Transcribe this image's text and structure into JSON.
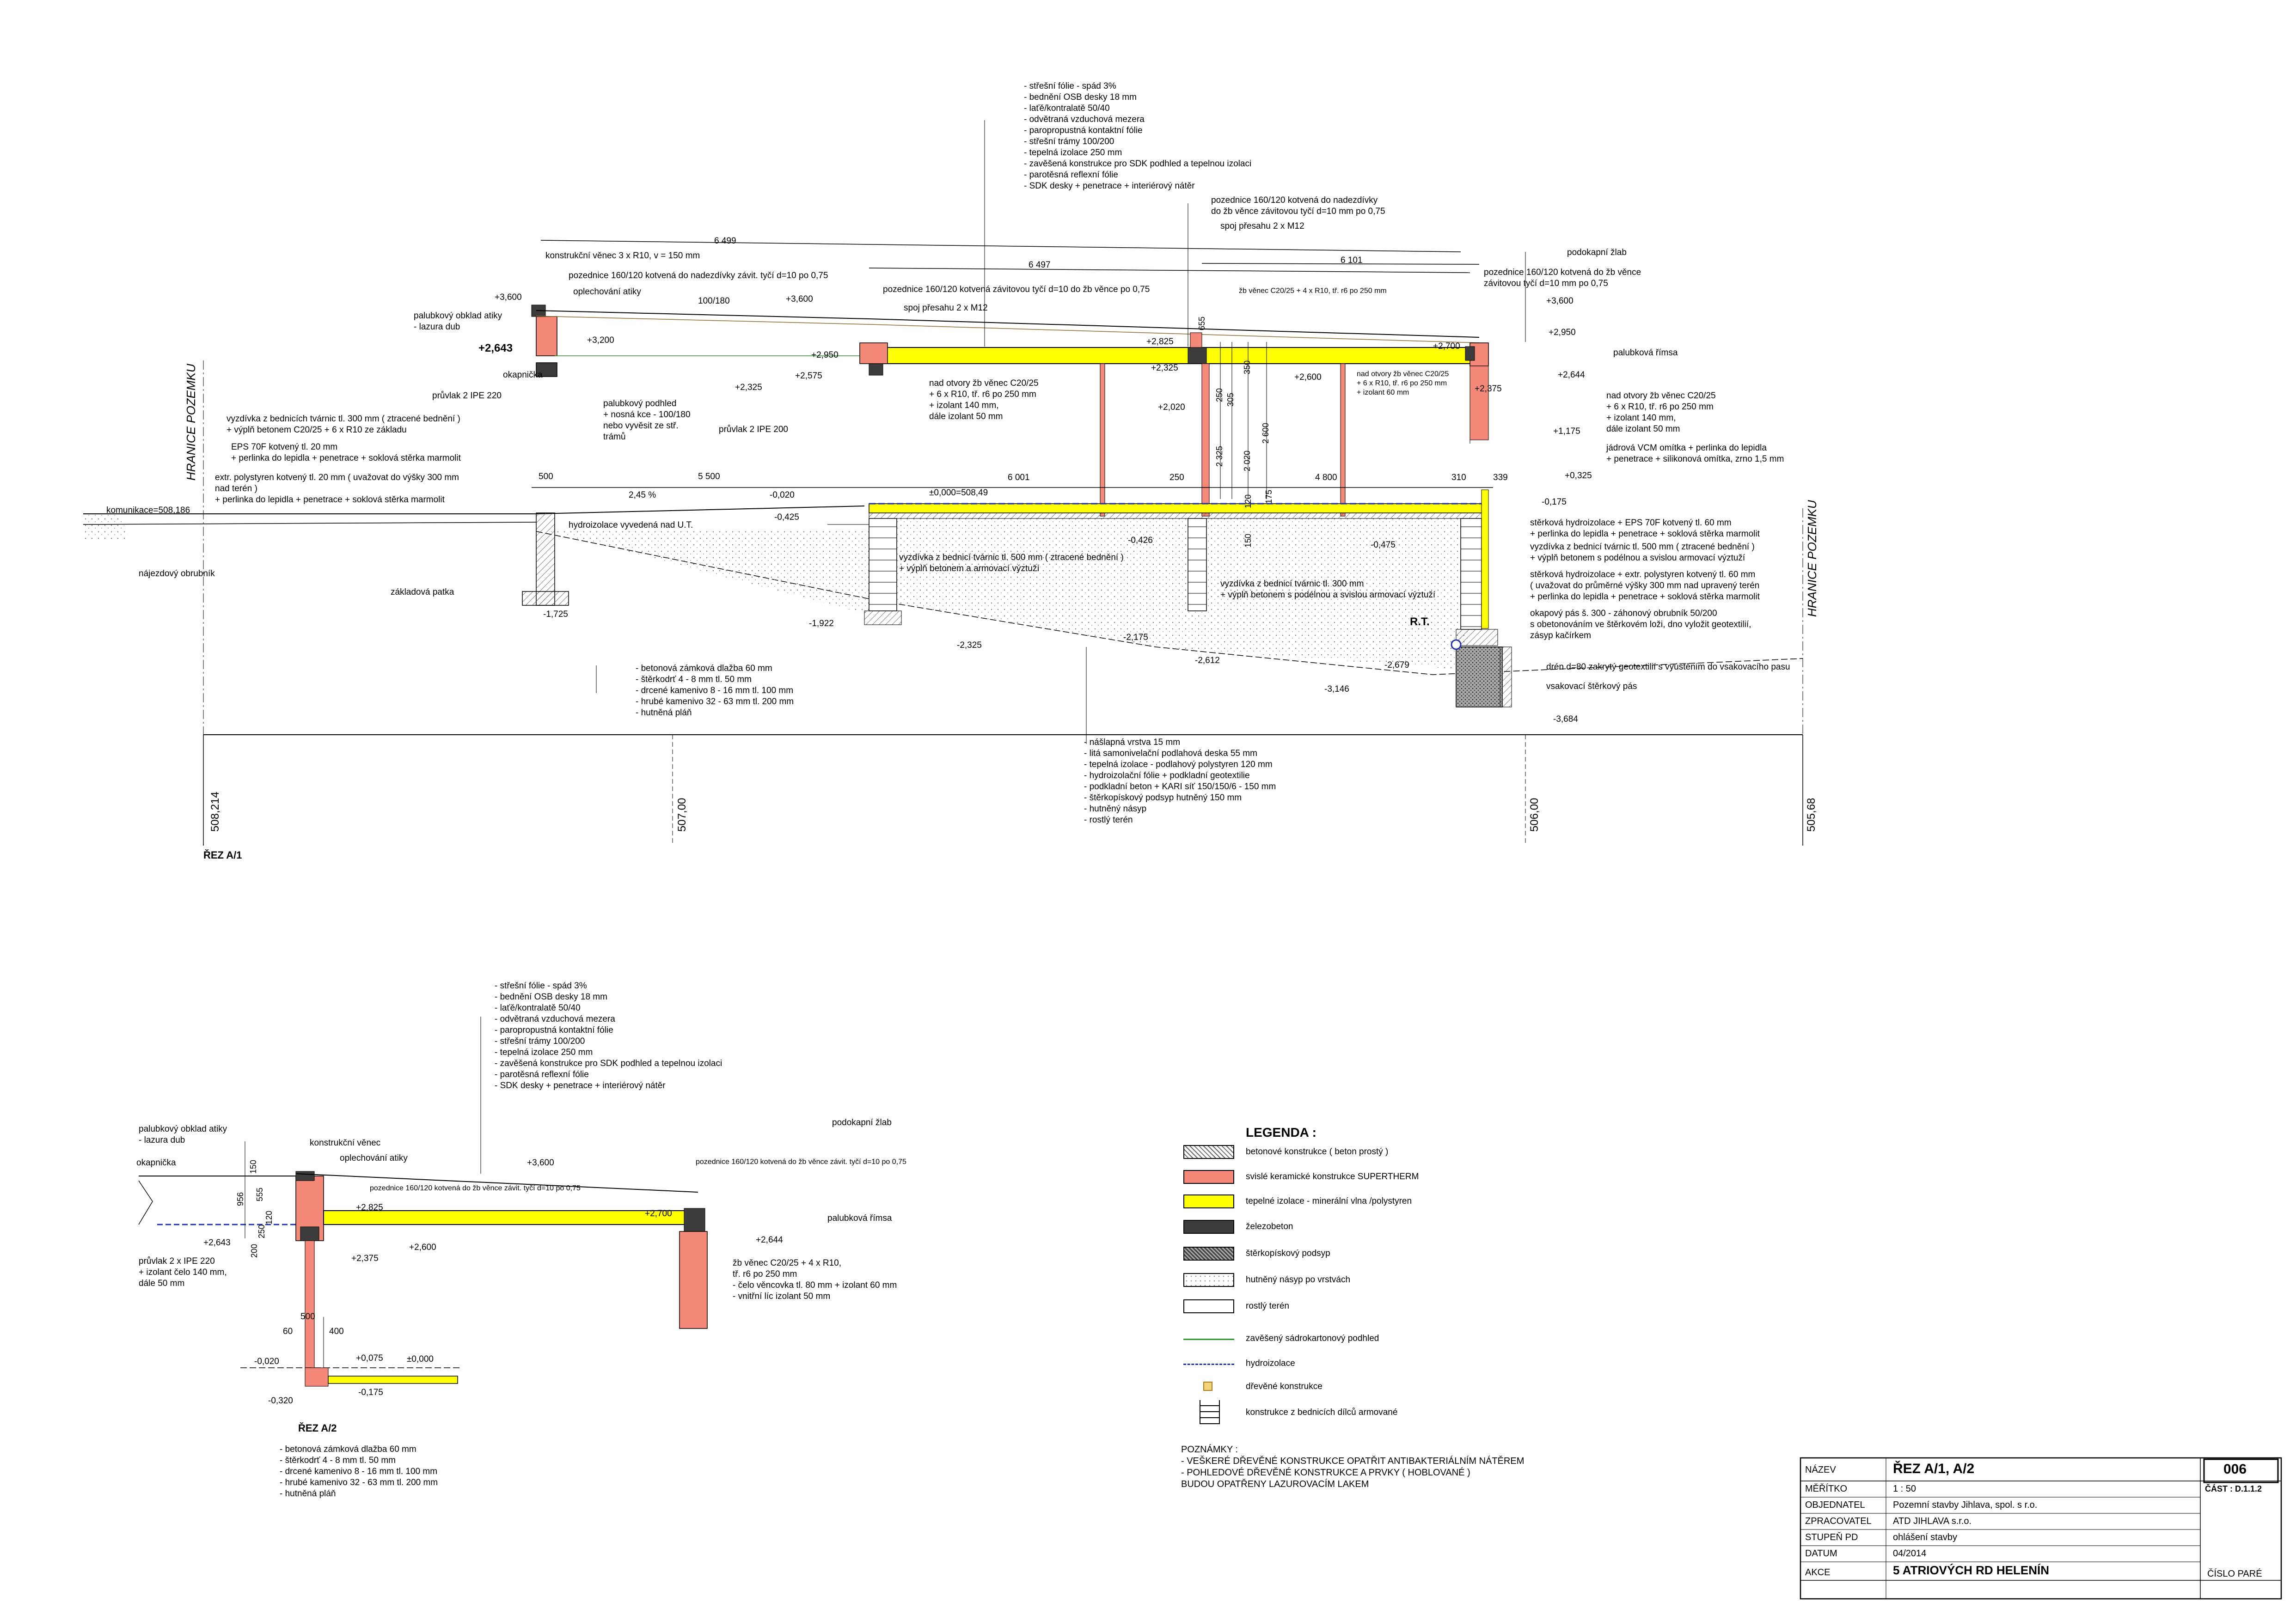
{
  "section1": {
    "title": "ŘEZ A/1",
    "top_notes": [
      "- střešní fólie - spád 3%",
      "- bednění OSB desky 18 mm",
      "- laťě/kontralatě 50/40",
      "- odvětraná vzduchová mezera",
      "- paropropustná kontaktní fólie",
      "- střešní trámy 100/200",
      "- tepelná izolace 250 mm",
      "- zavěšená konstrukce pro SDK podhled a tepelnou izolaci",
      "- parotěsná reflexní fólie",
      "- SDK desky + penetrace + interiérový nátěr"
    ],
    "labels": {
      "pozednice_right": "pozednice 160/120 kotvená do nadezdívky",
      "pozednice_right2": "do žb věnce závitovou tyčí d=10 mm po 0,75",
      "spoj_top": "spoj přesahu 2 x M12",
      "podokapni_zlab": "podokapní žlab",
      "pozednice_far_right": "pozednice 160/120 kotvená do žb věnce",
      "pozednice_far_right2": "závitovou tyčí d=10 mm po 0,75",
      "konstrukcni_venec": "konstrukční věnec 3 x R10, v = 150 mm",
      "pozednice_left": "pozednice 160/120 kotvená do nadezdívky závit. tyčí d=10 po 0,75",
      "oplechovani": "oplechování atiky",
      "palubkovy_obklad": "palubkový obklad atiky",
      "lazura": "- lazura dub",
      "pozednice_mid": "pozednice 160/120 kotvená závitovou tyčí d=10 do žb věnce po 0,75",
      "spoj_mid": "spoj přesahu 2 x M12",
      "zb_venec_small": "žb věnec C20/25 + 4 x R10, tř. r6 po 250 mm",
      "okapnicka": "okapnička",
      "pruvlak_left": "průvlak 2 IPE 220",
      "palubkovy_podhled": "palubkový podhled",
      "nosna": "+ nosná kce - 100/180",
      "vyvesit": "nebo vyvěsit ze stř.",
      "tramu": "trámů",
      "pruvlak_mid": "průvlak 2 IPE 200",
      "nad_otvory_mid1": "nad otvory žb věnec C20/25",
      "nad_otvory_mid2": "+ 6 x R10, tř. r6 po 250 mm",
      "nad_otvory_mid3": "+ izolant 140 mm,",
      "nad_otvory_mid4": "dále izolant 50 mm",
      "nad_otvory_small1": "nad otvory žb věnec C20/25",
      "nad_otvory_small2": "+ 6 x R10, tř. r6 po 250 mm",
      "nad_otvory_small3": "+ izolant 60 mm",
      "nad_otvory_right1": "nad otvory žb věnec C20/25",
      "nad_otvory_right2": "+ 6 x R10, tř. r6 po 250 mm",
      "nad_otvory_right3": "+ izolant 140 mm,",
      "nad_otvory_right4": "dále izolant 50 mm",
      "palubkova_rimsa": "palubková římsa",
      "jadrova1": "jádrová VCM omítka + perlinka do lepidla",
      "jadrova2": "+ penetrace + silikonová omítka, zrno 1,5 mm",
      "vyzdivka_left1": "vyzdívka z bednicích tvárnic tl. 300 mm ( ztracené bednění )",
      "vyzdivka_left2": "+ výplň betonem C20/25 + 6 x R10 ze základu",
      "eps_left1": "EPS 70F kotvený tl. 20 mm",
      "eps_left2": "+ perlinka do lepidla + penetrace + soklová stěrka marmolit",
      "extr_left1": "extr. polystyren kotvený tl. 20 mm ( uvažovat do výšky 300 mm",
      "extr_left2": "nad terén )",
      "extr_left3": "+ perlinka do lepidla + penetrace + soklová stěrka marmolit",
      "komunikace": "komunikace=508,186",
      "hydroizolace_left": "hydroizolace vyvedená nad U.T.",
      "najezdovy": "nájezdový obrubník",
      "zakladova": "základová patka",
      "slope": "2,45 %",
      "zero": "±0,000=508,49",
      "vyzdivka_mid1": "vyzdívka z bednicí tvárnic tl. 500 mm ( ztracené bednění )",
      "vyzdivka_mid2": "+ výplň betonem a armovací výztuží",
      "vyzdivka_mid3": "vyzdívka z bednicí tvárnic tl. 300 mm",
      "vyzdivka_mid4": "+ výplň betonem s podélnou a svislou armovací výztuží",
      "sterkova_right1": "stěrková hydroizolace + EPS 70F kotvený tl. 60 mm",
      "sterkova_right2": "+ perlinka do lepidla + penetrace + soklová stěrka marmolit",
      "vyzdivka_right1": "vyzdívka z bednicí tvárnic tl. 500 mm ( ztracené bednění )",
      "vyzdivka_right2": "+ výplň betonem s podélnou a svislou armovací výztuží",
      "sterkova_right3": "stěrková hydroizolace + extr. polystyren kotvený tl. 60 mm",
      "sterkova_right4": "( uvažovat do průměrné výšky 300 mm nad upravený terén",
      "sterkova_right5": "+ perlinka do lepidla + penetrace + soklová stěrka marmolit",
      "okapovy1": "okapový pás š. 300 - záhonový obrubník 50/200",
      "okapovy2": "s obetonováním ve štěrkovém loži, dno vyložit geotextilií,",
      "okapovy3": "zásyp kačírkem",
      "dren": "drén d=80 zakrytý geotextilií s vyústěním do vsakovacího pasu",
      "vsakovaci": "vsakovací štěrkový pás",
      "rt": "R.T.",
      "hranice": "HRANICE POZEMKU"
    },
    "paving_notes": [
      "- betonová zámková dlažba 60 mm",
      "- štěrkodrť 4 - 8 mm tl. 50 mm",
      "- drcené kamenivo 8 - 16 mm tl. 100 mm",
      "- hrubé kamenivo 32 - 63 mm tl. 200 mm",
      "- hutněná pláň"
    ],
    "floor_notes": [
      "- nášlapná vrstva 15 mm",
      "- litá samonivelační podlahová deska 55 mm",
      "- tepelná izolace - podlahový polystyren 120 mm",
      "- hydroizolační fólie + podkladní geotextilie",
      "- podkladní beton + KARI síť 150/150/6 - 150 mm",
      "- štěrkopískový podsyp hutněný 150 mm",
      "- hutněný násyp",
      "- rostlý terén"
    ],
    "dims": {
      "d6499": "6 499",
      "d6497": "6 497",
      "d6101": "6 101",
      "d100_180": "100/180",
      "d500": "500",
      "d5500": "5 500",
      "d6001": "6 001",
      "d250": "250",
      "d4800": "4 800",
      "d310": "310",
      "d339": "339",
      "d250v": "250",
      "d305": "305",
      "d350": "350",
      "d2325": "2 325",
      "d2020": "2 020",
      "d2600": "2 600",
      "d655": "655",
      "d175": "175",
      "d150": "150",
      "d120": "120"
    },
    "levels": {
      "l3600a": "+3,600",
      "l2643": "+2,643",
      "l3200": "+3,200",
      "l3600b": "+3,600",
      "l2950a": "+2,950",
      "l2575": "+2,575",
      "l2325a": "+2,325",
      "l2825": "+2,825",
      "l2325b": "+2,325",
      "l2020": "+2,020",
      "l2600": "+2,600",
      "l2700": "+2,700",
      "l3600c": "+3,600",
      "l2950b": "+2,950",
      "l2375": "+2,375",
      "l2644": "+2,644",
      "l1175": "+1,175",
      "l0325": "+0,325",
      "l0175": "-0,175",
      "l0020": "-0,020",
      "l0425": "-0,425",
      "l0426": "-0,426",
      "l0475": "-0,475",
      "l1725": "-1,725",
      "l1922": "-1,922",
      "l2325c": "-2,325",
      "l2175": "-2,175",
      "l2612": "-2,612",
      "l2679": "-2,679",
      "l3146": "-3,146",
      "l3684": "-3,684"
    },
    "terrain": [
      "508,214",
      "507,00",
      "506,00",
      "505,68"
    ]
  },
  "section2": {
    "title": "ŘEZ A/2",
    "top_notes": [
      "- střešní fólie - spád 3%",
      "- bednění OSB desky 18 mm",
      "- laťě/kontralatě 50/40",
      "- odvětraná vzduchová mezera",
      "- paropropustná kontaktní fólie",
      "- střešní trámy 100/200",
      "- tepelná izolace 250 mm",
      "- zavěšená konstrukce pro SDK podhled a tepelnou izolaci",
      "- parotěsná reflexní fólie",
      "- SDK desky + penetrace + interiérový nátěr"
    ],
    "labels": {
      "palubkovy_obklad": "palubkový obklad atiky",
      "lazura": "- lazura dub",
      "konstrukcni_venec": "konstrukční věnec",
      "oplechovani": "oplechování atiky",
      "okapnicka": "okapnička",
      "pozednice_left": "pozednice 160/120 kotvená do žb věnce závit. tyčí d=10 po 0,75",
      "pozednice_right": "pozednice 160/120 kotvená do žb věnce závit. tyčí d=10 po 0,75",
      "podokapni_zlab": "podokapní žlab",
      "palubkova_rimsa": "palubková římsa",
      "pruvlak1": "průvlak 2 x IPE 220",
      "pruvlak2": "+ izolant čelo 140 mm,",
      "pruvlak3": "dále 50 mm",
      "zb1": "žb věnec C20/25 + 4 x R10,",
      "zb2": "tř. r6 po 250 mm",
      "zb3": "-  čelo věncovka tl. 80 mm + izolant 60 mm",
      "zb4": "- vnitřní líc izolant 50 mm"
    },
    "levels": {
      "l3600": "+3,600",
      "l2825": "+2,825",
      "l2700": "+2,700",
      "l2644": "+2,644",
      "l2643": "+2,643",
      "l2600": "+2,600",
      "l2375": "+2,375",
      "l0075": "+0,075",
      "l0000": "±0,000",
      "l0020": "-0,020",
      "l0320": "-0,320",
      "l0175": "-0,175"
    },
    "dims": {
      "d500": "500",
      "d60": "60",
      "d400": "400",
      "d150": "150",
      "d555": "555",
      "d956": "956",
      "d200": "200",
      "d250": "250",
      "d120": "120"
    },
    "paving_notes": [
      "- betonová zámková dlažba 60 mm",
      "- štěrkodrť 4 - 8 mm tl. 50 mm",
      "- drcené kamenivo 8 - 16 mm tl. 100 mm",
      "- hrubé kamenivo 32 - 63 mm tl. 200 mm",
      "- hutněná pláň"
    ]
  },
  "legend": {
    "title": "LEGENDA :",
    "items": [
      {
        "label": "betonové konstrukce ( beton prostý )",
        "pattern": "hatch"
      },
      {
        "label": "svislé keramické konstrukce SUPERTHERM",
        "pattern": "salmon"
      },
      {
        "label": "tepelné izolace - minerální vlna /polystyren",
        "pattern": "yellow"
      },
      {
        "label": "železobeton",
        "pattern": "dark"
      },
      {
        "label": "štěrkopískový podsyp",
        "pattern": "gravel"
      },
      {
        "label": "hutněný násyp po vrstvách",
        "pattern": "dots"
      },
      {
        "label": "rostlý terén",
        "pattern": "blank"
      },
      {
        "label": "zavěšený sádrokartonový podhled",
        "pattern": "green-line"
      },
      {
        "label": "hydroizolace",
        "pattern": "blue-dash"
      },
      {
        "label": "dřevěné konstrukce",
        "pattern": "wood"
      },
      {
        "label": "konstrukce z bednicích dílců armované",
        "pattern": "blocks"
      }
    ],
    "colors": {
      "salmon": "#f4897a",
      "yellow": "#ffff00",
      "dark": "#3c3c3c",
      "green": "#2e9a2e",
      "blue": "#2233aa"
    }
  },
  "notes": [
    "POZNÁMKY :",
    "- VEŠKERÉ DŘEVĚNÉ KONSTRUKCE OPATŘIT ANTIBAKTERIÁLNÍM NÁTĚREM",
    "- POHLEDOVÉ DŘEVĚNÉ KONSTRUKCE A PRVKY ( HOBLOVANÉ )",
    "  BUDOU OPATŘENY LAZUROVACÍM LAKEM"
  ],
  "title_block": {
    "nazev_label": "NÁZEV",
    "nazev": "ŘEZ A/1, A/2",
    "meritko_label": "MĚŘÍTKO",
    "meritko": "1 :  50",
    "objednatel_label": "OBJEDNATEL",
    "objednatel": "Pozemní stavby Jihlava, spol. s r.o.",
    "zpracovatel_label": "ZPRACOVATEL",
    "zpracovatel": "ATD JIHLAVA s.r.o.",
    "stupen_label": "STUPEŇ PD",
    "stupen": "ohlášení stavby",
    "datum_label": "DATUM",
    "datum": "04/2014",
    "akce_label": "AKCE",
    "akce": "5 ATRIOVÝCH RD HELENÍN",
    "number": "006",
    "cast": "ČÁST : D.1.1.2",
    "cislo_pare": "ČÍSLO PARÉ"
  }
}
